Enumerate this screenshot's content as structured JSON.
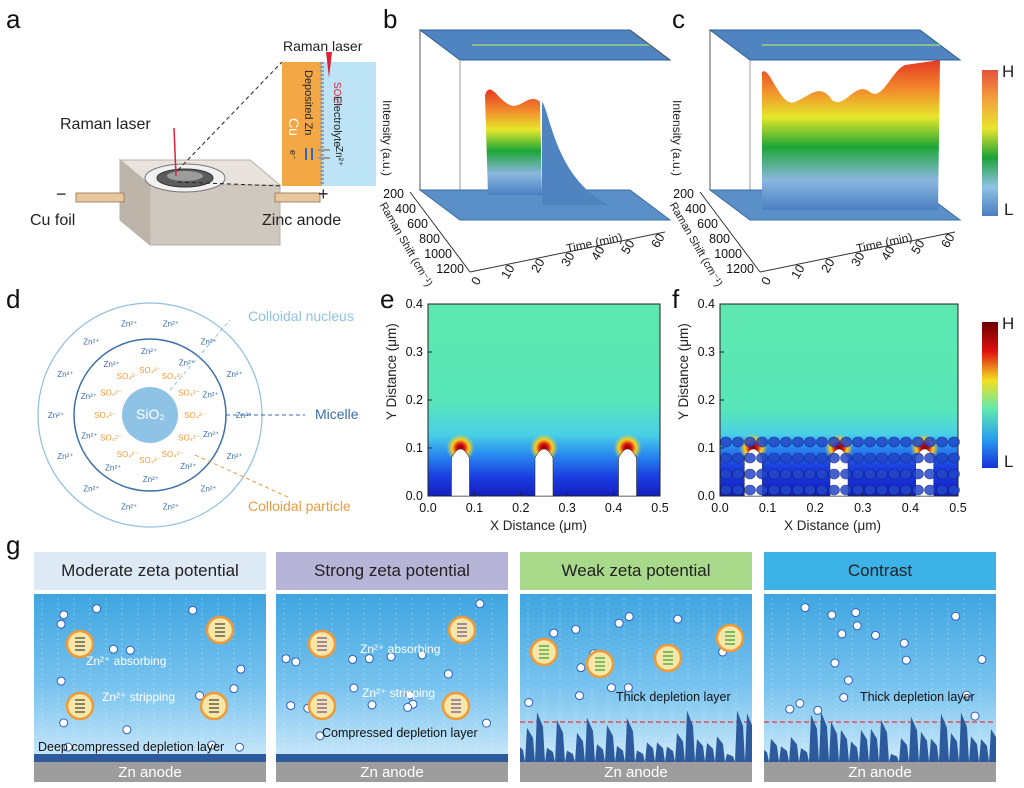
{
  "panel_labels": {
    "a": "a",
    "b": "b",
    "c": "c",
    "d": "d",
    "e": "e",
    "f": "f",
    "g": "g"
  },
  "panel_a": {
    "raman_laser_top": "Raman laser",
    "raman_laser_left": "Raman laser",
    "cu_foil": "Cu foil",
    "zinc_anode": "Zinc anode",
    "minus": "−",
    "plus": "+",
    "electrolyte": "Electrolyte",
    "deposited_zn": "Deposited Zn",
    "cu": "Cu",
    "so4": "SO₄²⁻",
    "zn2": "Zn²⁺",
    "e": "e⁻",
    "colors": {
      "cu": "#f3a845",
      "electrolyte": "#bde3f6",
      "laser": "#e0213a"
    }
  },
  "panel_b": {
    "z_label": "Intensity (a.u.)",
    "y_label": "Raman Shift (cm⁻¹)",
    "x_label": "Time (min)",
    "shift_ticks": [
      "200",
      "400",
      "600",
      "800",
      "1000",
      "1200"
    ],
    "time_ticks": [
      "0",
      "10",
      "20",
      "30",
      "40",
      "50",
      "60"
    ]
  },
  "panel_c": {
    "z_label": "Intensity (a.u.)",
    "y_label": "Raman Shift (cm⁻¹)",
    "x_label": "Time (min)",
    "shift_ticks": [
      "200",
      "400",
      "600",
      "800",
      "1000",
      "1200"
    ],
    "time_ticks": [
      "0",
      "10",
      "20",
      "30",
      "40",
      "50",
      "60"
    ]
  },
  "colorbar_bc": {
    "high": "H",
    "low": "L"
  },
  "panel_d": {
    "center": "SiO₂",
    "colloidal_nucleus": "Colloidal nucleus",
    "micelle": "Micelle",
    "colloidal_particle": "Colloidal particle",
    "zn_ion": "Zn²⁺",
    "so4_ion": "SO₄²⁻",
    "colors": {
      "nucleus": "#8fc3e6",
      "particle": "#ee9a3a",
      "micelle": "#3c6ea8"
    }
  },
  "panel_e": {
    "xlabel": "X Distance (μm)",
    "ylabel": "Y Distance (μm)",
    "xticks": [
      "0.0",
      "0.1",
      "0.2",
      "0.3",
      "0.4",
      "0.5"
    ],
    "yticks": [
      "0.0",
      "0.1",
      "0.2",
      "0.3",
      "0.4"
    ]
  },
  "panel_f": {
    "xlabel": "X Distance (μm)",
    "ylabel": "Y Distance (μm)",
    "xticks": [
      "0.0",
      "0.1",
      "0.2",
      "0.3",
      "0.4",
      "0.5"
    ],
    "yticks": [
      "0.0",
      "0.1",
      "0.2",
      "0.3",
      "0.4"
    ]
  },
  "colorbar_ef": {
    "high": "H",
    "low": "L"
  },
  "panel_g": [
    {
      "title": "Moderate zeta potential",
      "title_bg": "#dde9f5",
      "absorb": "Zn²⁺ absorbing",
      "strip": "Zn²⁺ stripping",
      "layer": "Deep compressed depletion layer",
      "base": "Zn anode"
    },
    {
      "title": "Strong zeta potential",
      "title_bg": "#b8b4d8",
      "absorb": "Zn²⁺ absorbing",
      "strip": "Zn²⁺ stripping",
      "layer": "Compressed depletion layer",
      "base": "Zn anode"
    },
    {
      "title": "Weak zeta potential",
      "title_bg": "#a9d98a",
      "layer": "Thick depletion layer",
      "base": "Zn anode"
    },
    {
      "title": "Contrast",
      "title_bg": "#3cb2e6",
      "layer": "Thick depletion layer",
      "base": "Zn anode"
    }
  ]
}
